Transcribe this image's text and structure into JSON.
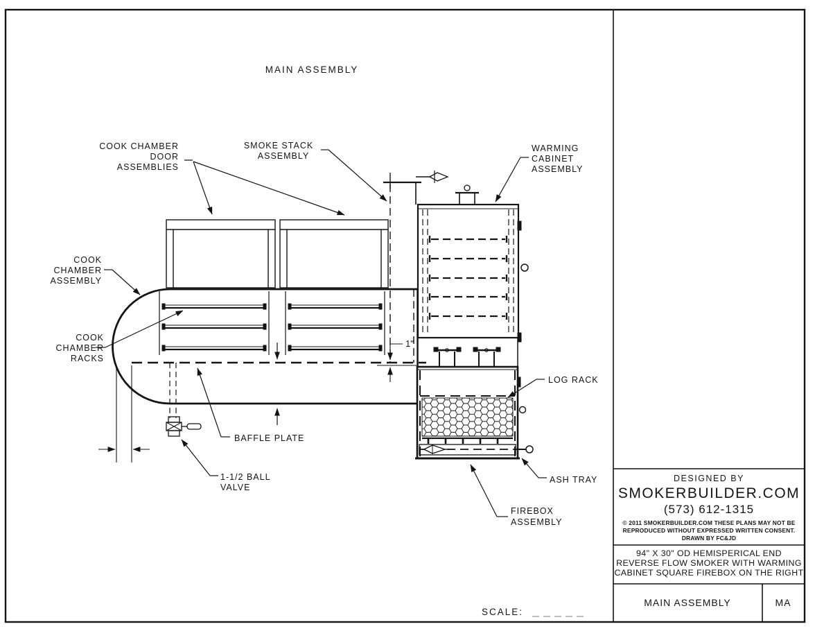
{
  "drawing": {
    "view_title": "MAIN ASSEMBLY",
    "scale_label": "SCALE:",
    "dim_1in": "1\"",
    "labels": {
      "cook_chamber_door": [
        "COOK CHAMBER",
        "DOOR",
        "ASSEMBLIES"
      ],
      "smoke_stack": [
        "SMOKE STACK",
        "ASSEMBLY"
      ],
      "warming_cabinet": [
        "WARMING",
        "CABINET",
        "ASSEMBLY"
      ],
      "cook_chamber_assembly": [
        "COOK",
        "CHAMBER",
        "ASSEMBLY"
      ],
      "cook_chamber_racks": [
        "COOK",
        "CHAMBER",
        "RACKS"
      ],
      "baffle_plate": "BAFFLE PLATE",
      "ball_valve": [
        "1-1/2 BALL",
        "VALVE"
      ],
      "log_rack": "LOG RACK",
      "ash_tray": "ASH TRAY",
      "firebox": [
        "FIREBOX",
        "ASSEMBLY"
      ]
    }
  },
  "title_block": {
    "designed_by": "DESIGNED BY",
    "company": "SMOKERBUILDER.COM",
    "phone": "(573) 612-1315",
    "copyright_line1": "© 2011 SMOKERBUILDER.COM THESE PLANS MAY NOT BE",
    "copyright_line2": "REPRODUCED WITHOUT EXPRESSED WRITTEN CONSENT.",
    "drawn_by": "DRAWN BY FC&JD",
    "description": [
      "94\" X 30\" OD HEMISPERICAL END",
      "REVERSE FLOW SMOKER WITH WARMING",
      "CABINET SQUARE FIREBOX ON THE RIGHT"
    ],
    "sheet_title": "MAIN ASSEMBLY",
    "sheet_code": "MA"
  },
  "colors": {
    "line": "#141414",
    "background": "#ffffff"
  }
}
